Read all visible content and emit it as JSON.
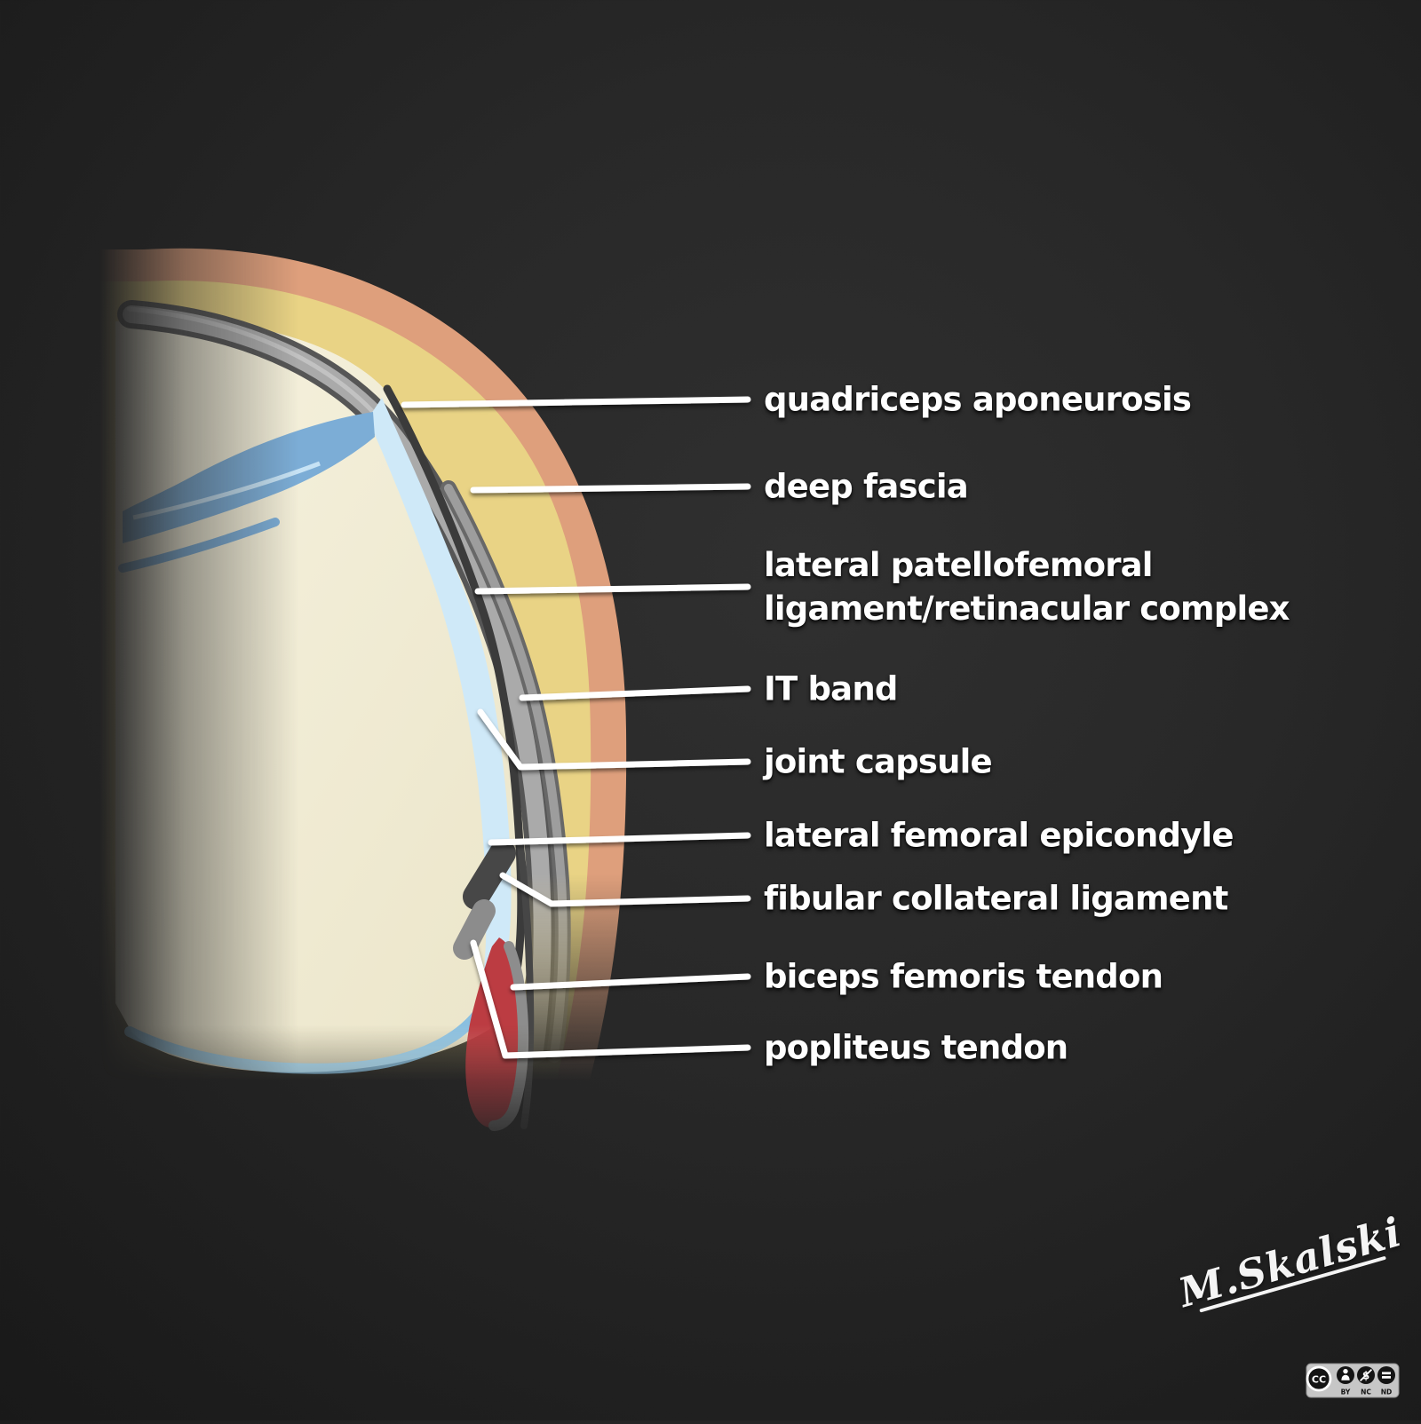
{
  "figure": {
    "title_hint": "lateral knee soft tissue layers diagram",
    "labels": [
      {
        "id": "quadriceps-aponeurosis",
        "text": "quadriceps aponeurosis"
      },
      {
        "id": "deep-fascia",
        "text": "deep fascia"
      },
      {
        "id": "lateral-patellofemoral-complex",
        "text": "lateral patellofemoral\nligament/retinacular complex"
      },
      {
        "id": "it-band",
        "text": "IT band"
      },
      {
        "id": "joint-capsule",
        "text": "joint capsule"
      },
      {
        "id": "lateral-femoral-epicondyle",
        "text": "lateral femoral epicondyle"
      },
      {
        "id": "fibular-collateral-ligament",
        "text": "fibular collateral ligament"
      },
      {
        "id": "biceps-femoris-tendon",
        "text": "biceps femoris tendon"
      },
      {
        "id": "popliteus-tendon",
        "text": "popliteus tendon"
      }
    ],
    "signature": "M.Skalski",
    "license": {
      "cc": "CC",
      "terms": [
        "BY",
        "NC",
        "ND"
      ]
    },
    "colors": {
      "background_center": "#303030",
      "background_edge": "#101010",
      "skin": "#de9f7c",
      "subcutaneous_fat": "#e9d385",
      "fascia_gray": "#aaaaaa",
      "fascia_dark_edge": "#565656",
      "retinaculum_gray": "#9d9d9d",
      "joint_capsule_dark": "#3b3b3b",
      "bone_cream": "#f5f1dd",
      "joint_space_blue": "#cfe9f8",
      "cartilage_blue": "#7cadd6",
      "epicondyle_dark": "#474747",
      "ligament_gray": "#8c8c8c",
      "muscle_red": "#bc3c42",
      "leader_line": "#ffffff",
      "label_text": "#ffffff"
    }
  }
}
